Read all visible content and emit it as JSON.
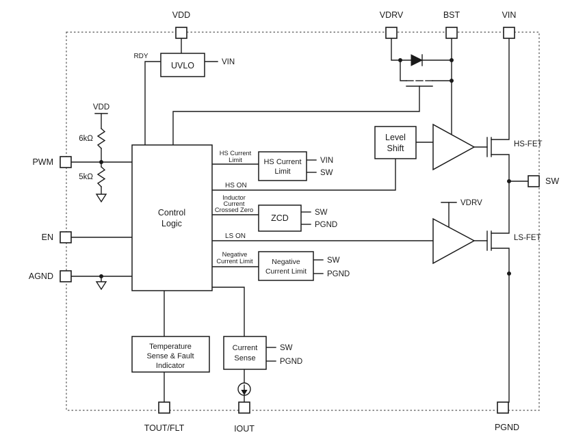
{
  "pins": {
    "vdd": {
      "label": "VDD"
    },
    "vdrv": {
      "label": "VDRV"
    },
    "bst": {
      "label": "BST"
    },
    "vin": {
      "label": "VIN"
    },
    "pwm": {
      "label": "PWM"
    },
    "en": {
      "label": "EN"
    },
    "agnd": {
      "label": "AGND"
    },
    "sw": {
      "label": "SW"
    },
    "tout_flt": {
      "label": "TOUT/FLT"
    },
    "iout": {
      "label": "IOUT"
    },
    "pgnd": {
      "label": "PGND"
    }
  },
  "blocks": {
    "uvlo": {
      "lines": [
        "UVLO"
      ]
    },
    "control_logic": {
      "lines": [
        "Control",
        "Logic"
      ]
    },
    "hs_current_limit": {
      "lines": [
        "HS Current",
        "Limit"
      ]
    },
    "zcd": {
      "lines": [
        "ZCD"
      ]
    },
    "negative_current_limit": {
      "lines": [
        "Negative",
        "Current Limit"
      ]
    },
    "level_shift": {
      "lines": [
        "Level",
        "Shift"
      ]
    },
    "temperature_sense": {
      "lines": [
        "Temperature",
        "Sense & Fault",
        "Indicator"
      ]
    },
    "current_sense": {
      "lines": [
        "Current",
        "Sense"
      ]
    }
  },
  "nets": {
    "rdy": "RDY",
    "uvlo_vin": "VIN",
    "divider_vdd": "VDD",
    "r_top": "6kΩ",
    "r_bottom": "5kΩ",
    "hs_current_limit_signal": [
      "HS Current",
      "Limit"
    ],
    "hs_on": "HS ON",
    "zcd_signal": [
      "Inductor",
      "Current",
      "Crossed Zero"
    ],
    "ls_on": "LS ON",
    "negative_current_limit_signal": [
      "Negative",
      "Current Limit"
    ],
    "hs_cl_out": [
      "VIN",
      "SW"
    ],
    "zcd_out": [
      "SW",
      "PGND"
    ],
    "neg_cl_out": [
      "SW",
      "PGND"
    ],
    "current_sense_out": [
      "SW",
      "PGND"
    ],
    "ls_driver_supply": "VDRV",
    "hs_fet": "HS-FET",
    "ls_fet": "LS-FET"
  }
}
